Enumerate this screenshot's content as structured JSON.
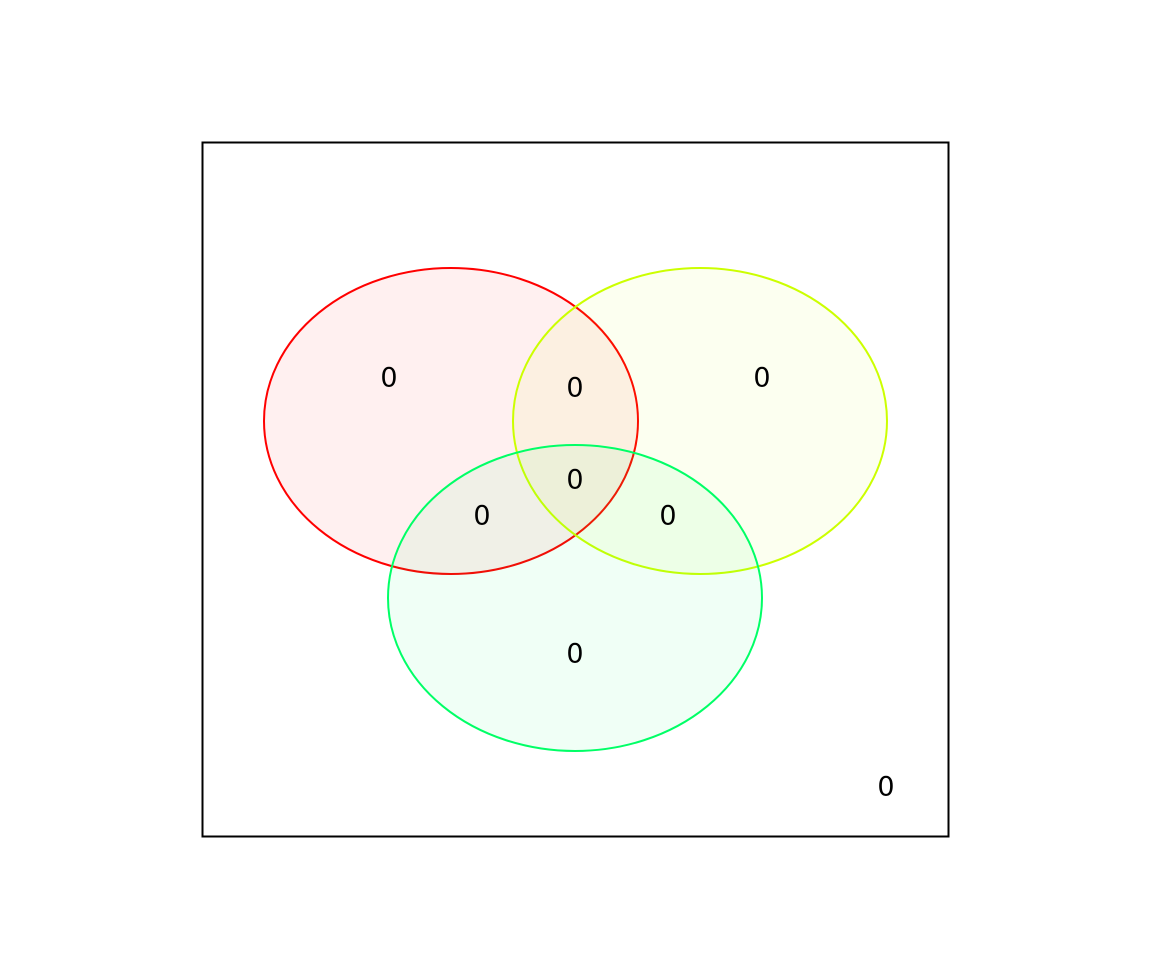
{
  "chart_data": {
    "type": "venn",
    "sets": [
      {
        "color": "#ff0000"
      },
      {
        "color": "#ccff00"
      },
      {
        "color": "#00ff66"
      }
    ],
    "regions": {
      "only_1": "0",
      "only_2": "0",
      "only_3": "0",
      "sets_1_2": "0",
      "sets_1_3": "0",
      "sets_2_3": "0",
      "sets_1_2_3": "0",
      "outside": "0"
    }
  }
}
